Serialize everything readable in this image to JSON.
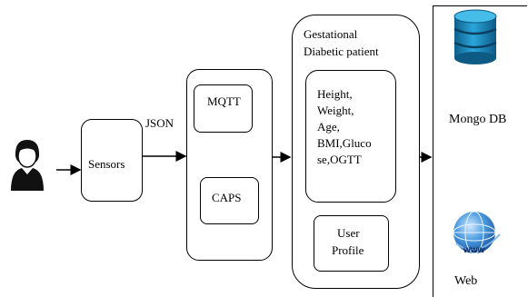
{
  "diagram": {
    "sensors_label": "Sensors",
    "json_label": "JSON",
    "mqtt_label": "MQTT",
    "caps_label": "CAPS",
    "patient_title_line1": "Gestational",
    "patient_title_line2": "Diabetic patient",
    "attributes_lines": [
      "Height,",
      "Weight,",
      "Age,",
      "BMI,Gluco",
      "se,OGTT"
    ],
    "user_profile_line1": "User",
    "user_profile_line2": "Profile",
    "mongodb_label": "Mongo DB",
    "web_label": "Web",
    "icons": {
      "user": "user-icon",
      "database": "database-icon",
      "web": "globe-icon"
    },
    "colors": {
      "database_blue": "#1f8fc4",
      "globe_blue": "#3b8ed6"
    }
  }
}
